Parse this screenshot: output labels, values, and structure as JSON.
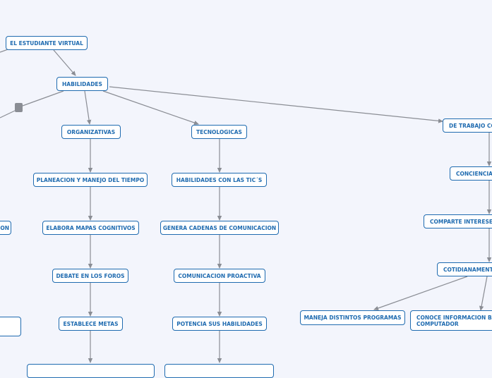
{
  "map": {
    "nodes": {
      "root": "EL ESTUDIANTE VIRTUAL",
      "habilidades": "HABILIDADES",
      "organizativas": "ORGANIZATIVAS",
      "tecnologicas": "TECNOLOGICAS",
      "de_trabajo": "DE TRABAJO CO",
      "planeacion": "PLANEACION Y MANEJO DEL TIEMPO",
      "mapas": "ELABORA MAPAS COGNITIVOS",
      "foros": "DEBATE EN LOS FOROS",
      "metas": "ESTABLECE METAS",
      "tics": "HABILIDADES CON LAS TIC´S",
      "cadenas": "GENERA CADENAS DE COMUNICACION",
      "proactiva": "COMUNICACION PROACTIVA",
      "potencia": "POTENCIA SUS HABILIDADES",
      "conciencia": "CONCIENCIA",
      "comparte": "COMPARTE INTERESES",
      "cotidianamente": "COTIDIANAMENT",
      "maneja": "MANEJA DISTINTOS PROGRAMAS",
      "conoce": "CONOCE INFORMACION BA COMPUTADOR",
      "left_partial": "ON",
      "left_empty": "",
      "bottom_left": "",
      "bottom_mid": ""
    }
  },
  "colors": {
    "node_border": "#1f6bb0",
    "node_text": "#1f6bb0",
    "node_fill": "#ffffff",
    "connector": "#8a8d94",
    "background": "#f3f5fc"
  }
}
